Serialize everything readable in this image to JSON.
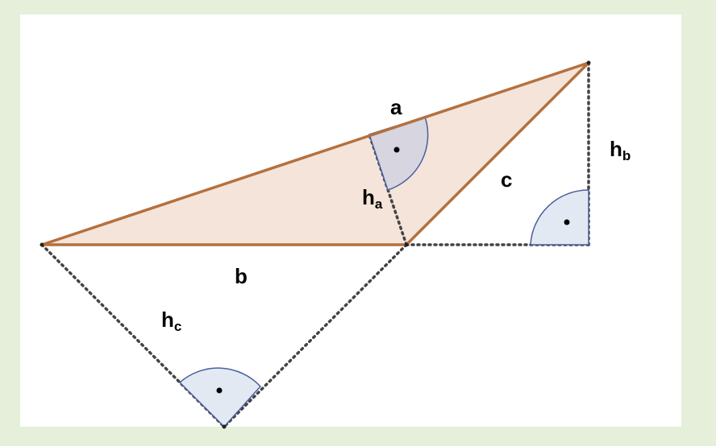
{
  "labels": {
    "side_a": "a",
    "side_b": "b",
    "side_c": "c",
    "height_a": {
      "base": "h",
      "sub": "a"
    },
    "height_b": {
      "base": "h",
      "sub": "b"
    },
    "height_c": {
      "base": "h",
      "sub": "c"
    }
  },
  "colors": {
    "background": "#e5efd9",
    "panel": "#ffffff",
    "triangle_fill": "#f5e4da",
    "triangle_stroke": "#b5703e",
    "height_line": "#444444",
    "right_angle_fill": "#e3e9f3",
    "right_angle_fill_inner": "#d7d5df",
    "right_angle_stroke": "#4a5f9e"
  }
}
